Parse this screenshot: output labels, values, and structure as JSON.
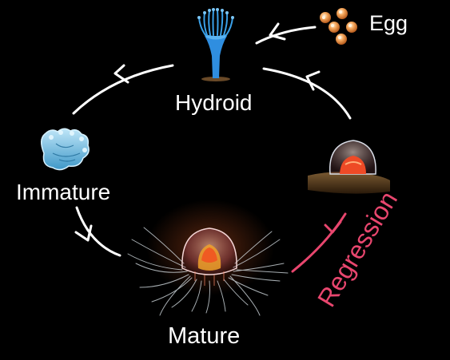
{
  "labels": {
    "egg": "Egg",
    "hydroid": "Hydroid",
    "immature": "Immature",
    "mature": "Mature",
    "regression": "Regression"
  },
  "colors": {
    "background": "#000000",
    "text": "#ffffff",
    "regression": "#e8466e",
    "arrows": "#ffffff",
    "egg": "#e8924a",
    "hydroid": "#3aa0e8",
    "immature": "#7ac4e6",
    "mature_core": "#f06a2a"
  },
  "stages": [
    {
      "name": "egg",
      "icon": "eggs-icon"
    },
    {
      "name": "hydroid",
      "icon": "hydroid-polyp-icon"
    },
    {
      "name": "immature",
      "icon": "ephyra-icon"
    },
    {
      "name": "mature",
      "icon": "medusa-icon"
    },
    {
      "name": "regression",
      "icon": "regressing-medusa-icon"
    }
  ]
}
